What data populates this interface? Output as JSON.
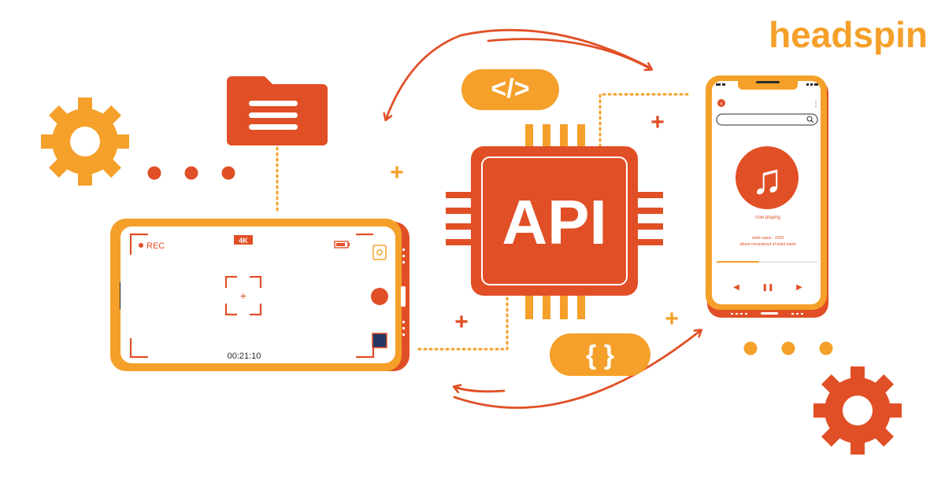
{
  "brand": {
    "logo_text": "headspin"
  },
  "colors": {
    "orange": "#f5a02a",
    "red_orange": "#e14f26",
    "navy": "#243763",
    "white": "#ffffff",
    "dark": "#2b2b2b"
  },
  "api_chip": {
    "label": "API"
  },
  "badges": {
    "code_tag": "</>",
    "braces": "{ }"
  },
  "camera_phone": {
    "rec_label": "REC",
    "resolution": "4K",
    "timer": "00:21:10",
    "focus_plus": "+"
  },
  "music_phone": {
    "now_playing_label": "now playing",
    "artist_line": "artist name - 2020",
    "album_line": "album remastered of artist name",
    "music_icon_glyph": "♫",
    "back_glyph": "‹",
    "menu_glyph": "⋮",
    "prev_glyph": "◀",
    "pause_glyph": "❚❚",
    "next_glyph": "▶"
  },
  "decor": {
    "plus_glyph": "+"
  },
  "icons": [
    "gear-icon",
    "folder-icon",
    "music-note-icon",
    "search-icon",
    "camera-switch-icon",
    "battery-icon"
  ]
}
